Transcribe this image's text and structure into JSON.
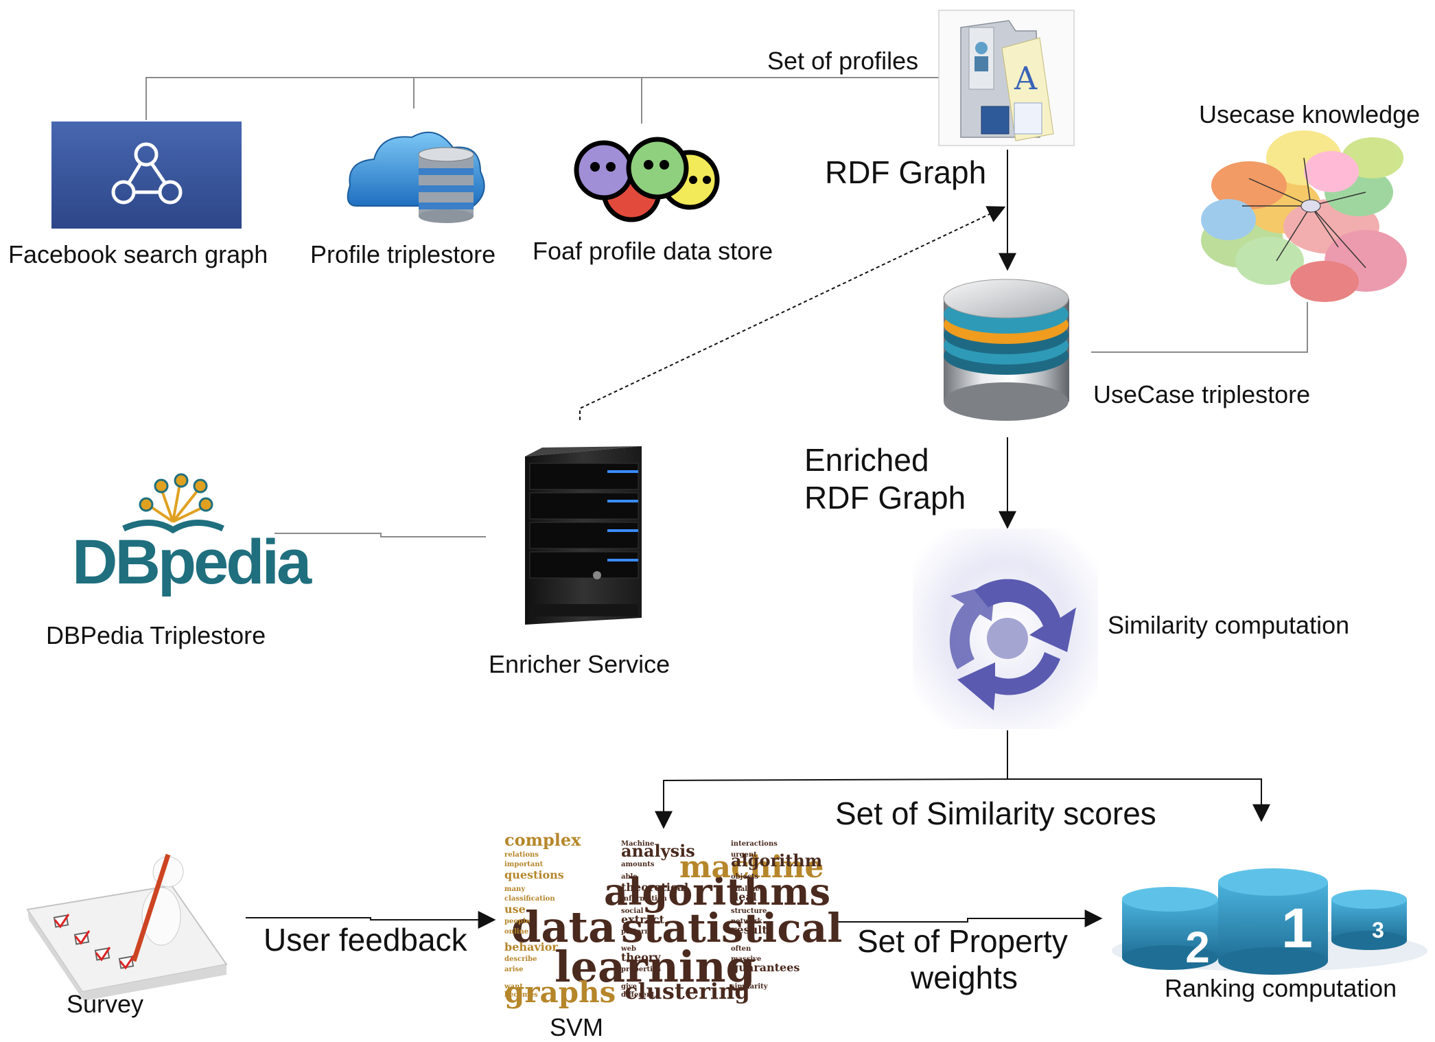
{
  "labels": {
    "set_of_profiles": "Set of profiles",
    "rdf_graph": "RDF Graph",
    "usecase_knowledge": "Usecase knowledge",
    "facebook_search_graph": "Facebook search graph",
    "profile_triplestore": "Profile triplestore",
    "foaf_profile_data_store": "Foaf profile data store",
    "usecase_triplestore": "UseCase triplestore",
    "enriched_line1": "Enriched",
    "enriched_line2": "RDF Graph",
    "dbpedia_triplestore": "DBPedia Triplestore",
    "enricher_service": "Enricher Service",
    "similarity_computation": "Similarity computation",
    "set_of_similarity_scores": "Set of Similarity scores",
    "user_feedback": "User feedback",
    "set_of_property_line1": "Set of Property",
    "set_of_property_line2": "weights",
    "survey": "Survey",
    "svm": "SVM",
    "ranking_computation": "Ranking computation"
  },
  "logos": {
    "dbpedia": "DBpedia"
  },
  "podium": {
    "first": "1",
    "second": "2",
    "third": "3"
  },
  "wordcloud": {
    "large": [
      "data",
      "statistical",
      "learning",
      "algorithms",
      "machine",
      "graphs",
      "clustering"
    ],
    "medium": [
      "complex",
      "analysis",
      "algorithm",
      "questions",
      "theoretical",
      "deal",
      "use",
      "extract",
      "results",
      "behavior",
      "theory",
      "guarantees",
      "want",
      "different",
      "interactions",
      "relations",
      "amounts",
      "objects",
      "many",
      "information",
      "structure",
      "people",
      "patterns",
      "often",
      "describe",
      "properties",
      "similarity",
      "becomes",
      "Machine",
      "urgent",
      "important",
      "able",
      "analyze",
      "classification",
      "social",
      "network",
      "online",
      "web",
      "massive",
      "arise",
      "give"
    ]
  },
  "colors": {
    "arrow": "#111111",
    "connector": "#888888",
    "facebook_bg": "#3b5aa0",
    "dbpedia_blue": "#1f6f7e",
    "dbpedia_gold": "#e0a020",
    "wordcloud_dark": "#4a2a1e",
    "wordcloud_gold": "#b5862a",
    "podium_blue": "#2f8fb8",
    "similarity_purple": "#5a5ab0"
  },
  "icons": [
    "profiles-folder-icon",
    "facebook-graph-icon",
    "cloud-database-icon",
    "foaf-faces-icon",
    "ontology-graph-icon",
    "database-cylinder-icon",
    "server-tower-icon",
    "dbpedia-logo",
    "cycle-arrows-icon",
    "survey-checklist-icon",
    "word-cloud-image",
    "podium-icon"
  ]
}
